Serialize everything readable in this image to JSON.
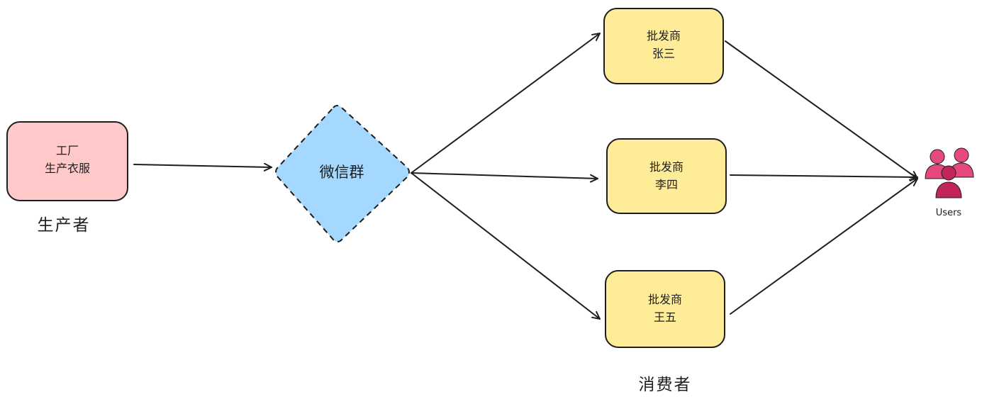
{
  "colors": {
    "stroke": "#1e1e1e",
    "factory_fill": "#ffc9c9",
    "group_fill": "#a5d8ff",
    "wholesaler_fill": "#ffec99",
    "users_light": "#e64980",
    "users_dark": "#c2255c"
  },
  "factory": {
    "line1": "工厂",
    "line2": "生产衣服",
    "caption": "生产者"
  },
  "wechat_group": {
    "label": "微信群"
  },
  "wholesalers": [
    {
      "line1": "批发商",
      "line2": "张三"
    },
    {
      "line1": "批发商",
      "line2": "李四"
    },
    {
      "line1": "批发商",
      "line2": "王五"
    }
  ],
  "consumer_caption": "消费者",
  "users": {
    "icon": "users-icon",
    "label": "Users"
  },
  "edges": [
    {
      "from": "factory",
      "to": "wechat_group"
    },
    {
      "from": "wechat_group",
      "to": "wholesaler-1"
    },
    {
      "from": "wechat_group",
      "to": "wholesaler-2"
    },
    {
      "from": "wechat_group",
      "to": "wholesaler-3"
    },
    {
      "from": "wholesaler-1",
      "to": "users"
    },
    {
      "from": "wholesaler-2",
      "to": "users"
    },
    {
      "from": "wholesaler-3",
      "to": "users"
    }
  ]
}
